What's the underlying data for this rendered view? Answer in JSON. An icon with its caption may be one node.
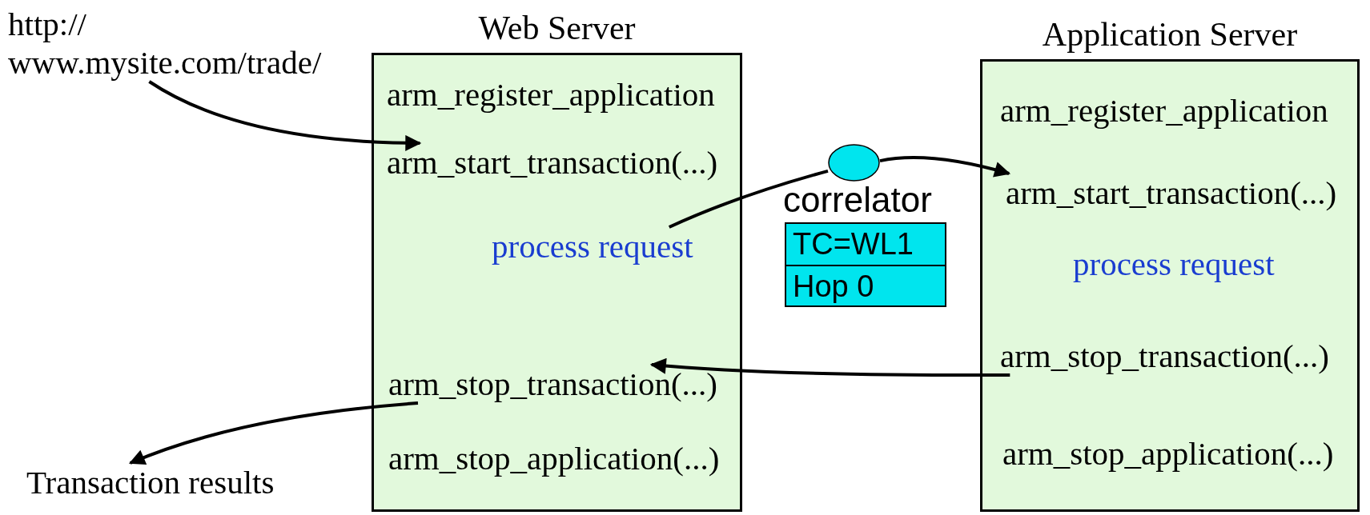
{
  "diagram": {
    "nodes": [
      {
        "text": [
          "http:// www.mysite.com/trade/"
        ]
      },
      {
        "text": [
          "Web Server"
        ]
      },
      {
        "text": [
          "arm_register_application"
        ],
        "in": 1
      },
      {
        "text": [
          "arm_start_transaction(...)"
        ],
        "in": 1
      },
      {
        "text": [
          "process request"
        ],
        "in": 1
      },
      {
        "text": [
          "arm_stop_transaction(...)"
        ],
        "in": 1
      },
      {
        "text": [
          "arm_stop_application(...)"
        ],
        "in": 1
      },
      {
        "text": [],
        "shape": "circle",
        "beside": [
          "correlator"
        ]
      },
      {
        "text": [
          "TC=WL1",
          "Hop 0"
        ]
      },
      {
        "text": [
          "Application Server"
        ]
      },
      {
        "text": [
          "arm_register_application"
        ],
        "in": 9
      },
      {
        "text": [
          "arm_start_transaction(...)"
        ],
        "in": 9
      },
      {
        "text": [
          "process request"
        ],
        "in": 9
      },
      {
        "text": [
          "arm_stop_transaction(...)"
        ],
        "in": 9
      },
      {
        "text": [
          "arm_stop_application(...)"
        ],
        "in": 9
      },
      {
        "text": [
          "Transaction results"
        ]
      }
    ],
    "edges": [
      {
        "from": 0,
        "to": 3,
        "arrow": "to"
      },
      {
        "from": 4,
        "to": 7,
        "arrow": "none"
      },
      {
        "from": 7,
        "to": 11,
        "arrow": "to"
      },
      {
        "from": 13,
        "to": 5,
        "arrow": "to"
      },
      {
        "from": 5,
        "to": 15,
        "arrow": "to"
      }
    ]
  }
}
